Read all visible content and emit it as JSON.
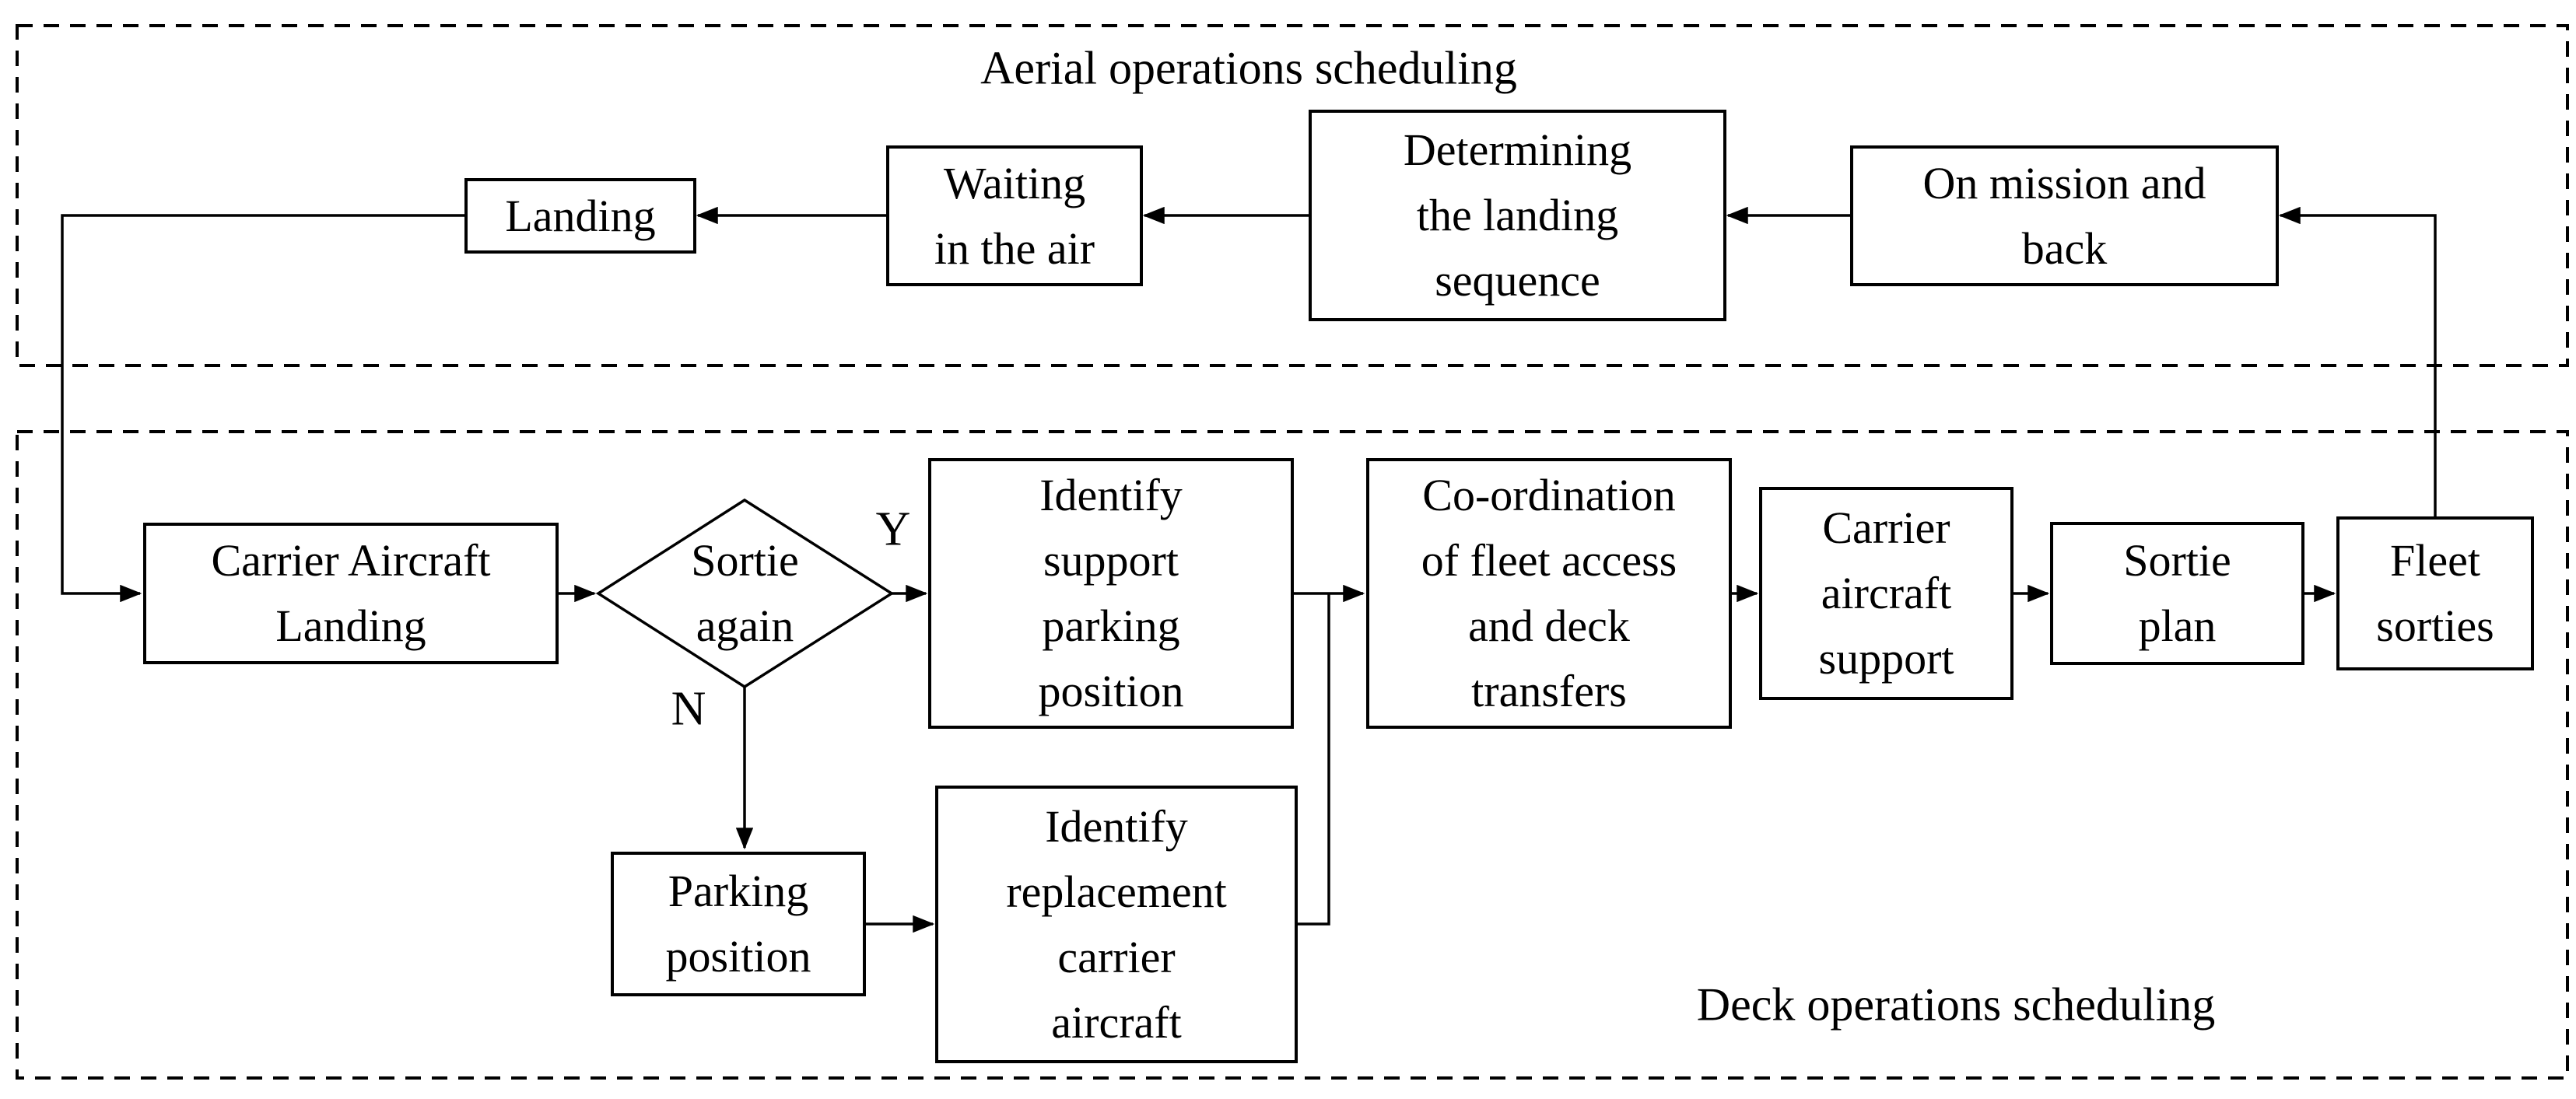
{
  "figure": {
    "background_color": "#ffffff",
    "line_color": "#000000"
  },
  "regions": {
    "aerial": {
      "title": "Aerial operations scheduling"
    },
    "deck": {
      "title": "Deck operations scheduling"
    }
  },
  "nodes": {
    "landing": {
      "label": "Landing"
    },
    "waiting": {
      "label": "Waiting\nin the air"
    },
    "determining": {
      "label": "Determining\nthe landing\nsequence"
    },
    "on_mission": {
      "label": "On mission and\nback"
    },
    "carrier_landing": {
      "label": "Carrier Aircraft\nLanding"
    },
    "sortie_again": {
      "label": "Sortie\nagain"
    },
    "identify_support": {
      "label": "Identify\nsupport\nparking\nposition"
    },
    "coordination": {
      "label": "Co-ordination\nof fleet access\nand deck\ntransfers"
    },
    "carrier_support": {
      "label": "Carrier\naircraft\nsupport"
    },
    "sortie_plan": {
      "label": "Sortie\nplan"
    },
    "fleet_sorties": {
      "label": "Fleet\nsorties"
    },
    "parking_position": {
      "label": "Parking\nposition"
    },
    "identify_replacement": {
      "label": "Identify\nreplacement\ncarrier\naircraft"
    }
  },
  "decision": {
    "yes_label": "Y",
    "no_label": "N"
  }
}
